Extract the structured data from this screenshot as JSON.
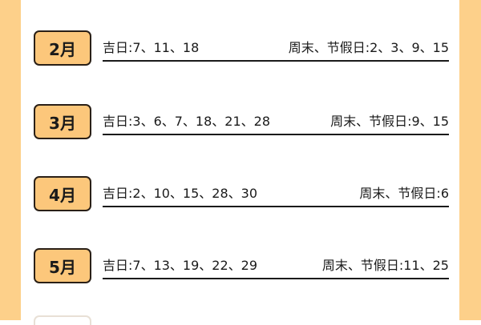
{
  "colors": {
    "side_strip": "#fdd08a",
    "month_badge_bg": "#fcc77b",
    "month_badge_border": "#2a2017",
    "text": "#1a1a1a",
    "background": "#ffffff"
  },
  "rows": [
    {
      "month": "2月",
      "lucky_label": "吉日:7、11、18",
      "holiday_label": "周末、节假日:2、3、9、15"
    },
    {
      "month": "3月",
      "lucky_label": "吉日:3、6、7、18、21、28",
      "holiday_label": "周末、节假日:9、15"
    },
    {
      "month": "4月",
      "lucky_label": "吉日:2、10、15、28、30",
      "holiday_label": "周末、节假日:6"
    },
    {
      "month": "5月",
      "lucky_label": "吉日:7、13、19、22、29",
      "holiday_label": "周末、节假日:11、25"
    }
  ]
}
